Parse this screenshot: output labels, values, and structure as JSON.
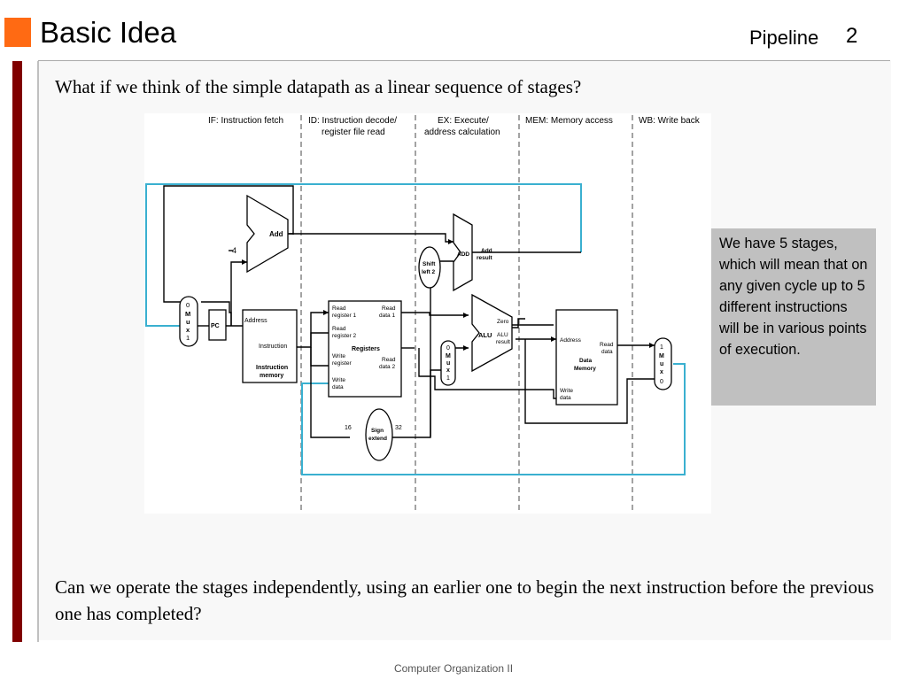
{
  "header": {
    "title": "Basic Idea",
    "section": "Pipeline",
    "page_number": "2"
  },
  "body": {
    "question_top": "What if we think of the simple datapath as a linear sequence of stages?",
    "question_bottom": "Can we operate the stages independently, using an earlier one to begin the next instruction before the previous one has completed?",
    "callout": "We have 5 stages, which will mean that on any given cycle up to 5 different instructions will be in various points of execution."
  },
  "diagram": {
    "stages": {
      "if": "IF: Instruction fetch",
      "id_line1": "ID: Instruction decode/",
      "id_line2": "register file read",
      "ex_line1": "EX: Execute/",
      "ex_line2": "address calculation",
      "mem": "MEM: Memory access",
      "wb": "WB: Write back"
    },
    "labels": {
      "add": "Add",
      "four": "4",
      "pc": "PC",
      "address": "Address",
      "instruction": "Instruction",
      "imem_line1": "Instruction",
      "imem_line2": "memory",
      "read_reg1_line1": "Read",
      "read_reg1_line2": "register 1",
      "read_reg2_line1": "Read",
      "read_reg2_line2": "register 2",
      "write_reg_line1": "Write",
      "write_reg_line2": "register",
      "write_data_line1": "Write",
      "write_data_line2": "data",
      "read_data1_line1": "Read",
      "read_data1_line2": "data 1",
      "read_data2_line1": "Read",
      "read_data2_line2": "data 2",
      "registers": "Registers",
      "shift_line1": "Shift",
      "shift_line2": "left 2",
      "add2": "ADD",
      "add_result_line1": "Add",
      "add_result_line2": "result",
      "alu": "ALU",
      "zero": "Zero",
      "alu_result_line1": "ALU",
      "alu_result_line2": "result",
      "dmem_address": "Address",
      "dmem_read_line1": "Read",
      "dmem_read_line2": "data",
      "dmem_line1": "Data",
      "dmem_line2": "Memory",
      "dmem_write_line1": "Write",
      "dmem_write_line2": "data",
      "sign_line1": "Sign",
      "sign_line2": "extend",
      "bits_in": "16",
      "bits_out": "32",
      "mux_pc": [
        "0",
        "M",
        "u",
        "x",
        "1"
      ],
      "mux_alu": [
        "0",
        "M",
        "u",
        "x",
        "1"
      ],
      "mux_wb": [
        "1",
        "M",
        "u",
        "x",
        "0"
      ]
    }
  },
  "footer": {
    "text": "Computer Organization II"
  },
  "colors": {
    "accent_orange": "#ff6a13",
    "left_bar": "#800000",
    "wire_cyan": "#3ab0d0",
    "callout_bg": "#c0c0c0"
  }
}
